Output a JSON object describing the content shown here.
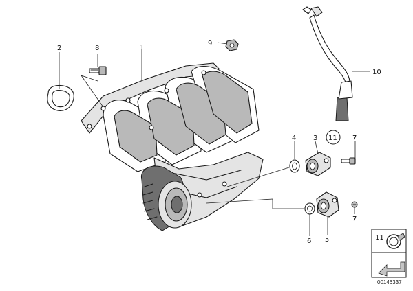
{
  "diagram": {
    "callouts": {
      "c1": "1",
      "c2": "2",
      "c3": "3",
      "c4": "4",
      "c5": "5",
      "c6": "6",
      "c7a": "7",
      "c7b": "7",
      "c8": "8",
      "c9": "9",
      "c10": "10",
      "c11": "11"
    },
    "inset_label": "11",
    "reference_code": "00146337"
  }
}
